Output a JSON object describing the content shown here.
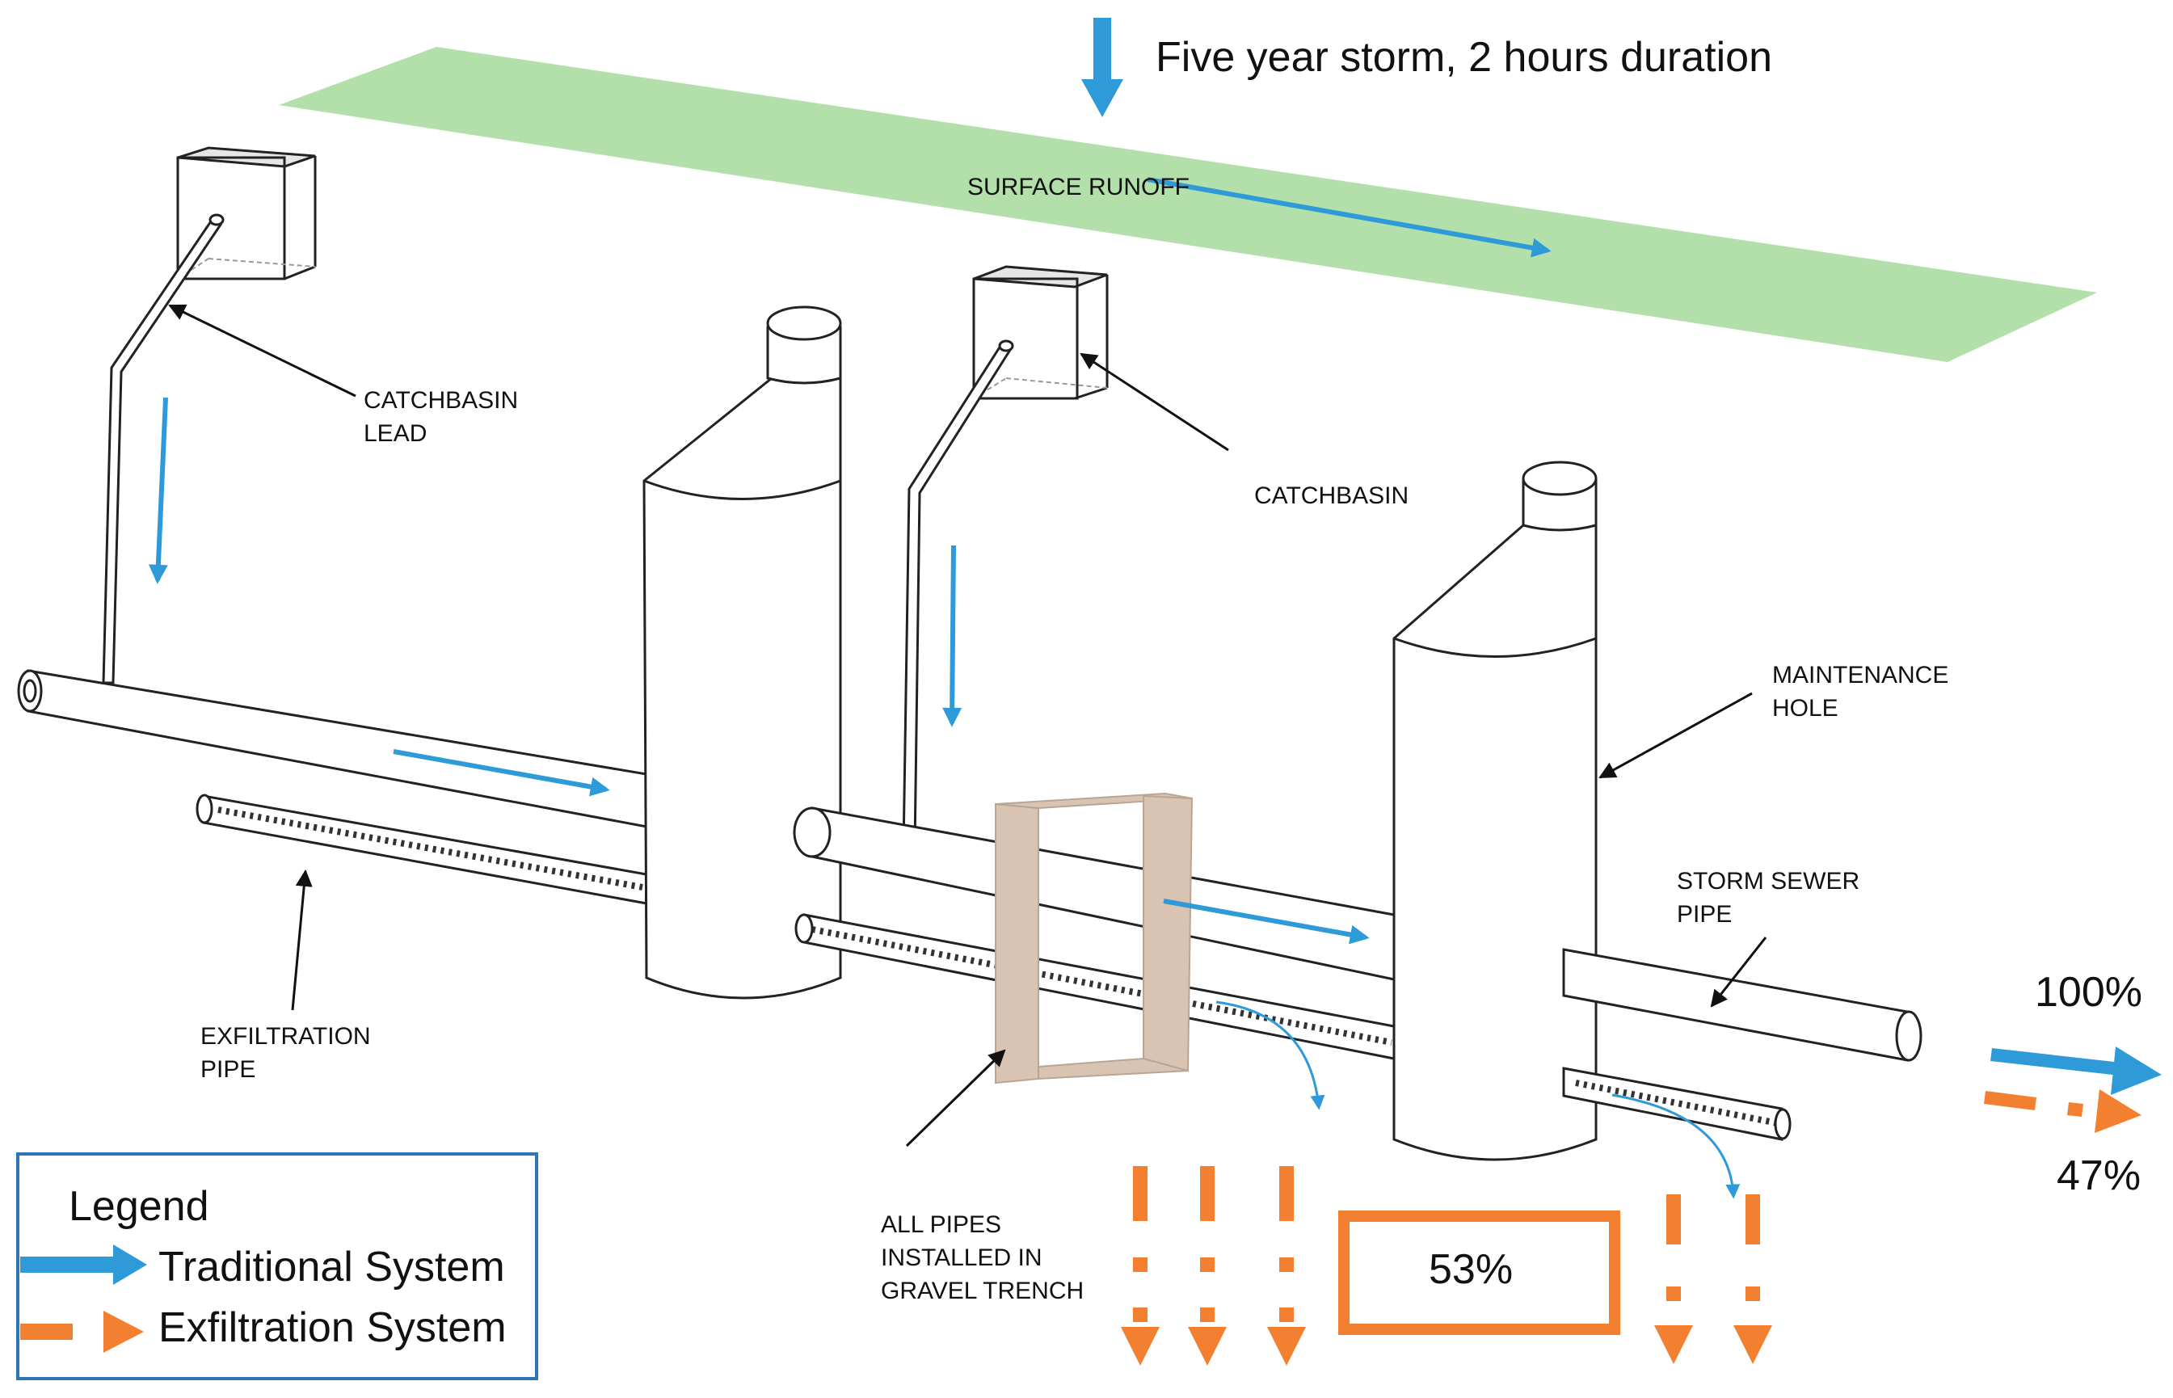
{
  "title": "Five year storm, 2 hours duration",
  "labels": {
    "surface_runoff": "SURFACE RUNOFF",
    "catchbasin_lead": [
      "CATCHBASIN",
      "LEAD"
    ],
    "catchbasin": "CATCHBASIN",
    "maintenance_hole": [
      "MAINTENANCE",
      "HOLE"
    ],
    "storm_sewer_pipe": [
      "STORM SEWER",
      "PIPE"
    ],
    "exfiltration_pipe": [
      "EXFILTRATION",
      "PIPE"
    ],
    "gravel_trench": [
      "ALL PIPES",
      "INSTALLED IN",
      "GRAVEL TRENCH"
    ]
  },
  "percentages": {
    "traditional_outflow": "100%",
    "exfiltration_outflow": "47%",
    "infiltration": "53%"
  },
  "legend": {
    "title": "Legend",
    "traditional": "Traditional System",
    "exfiltration": "Exfiltration System"
  },
  "colors": {
    "traditional_arrow": "#2E9AD8",
    "exfiltration_arrow": "#F28030",
    "surface": "#B3DFAA",
    "trench_frame": "#D9C4B4",
    "legend_border": "#2E75B6"
  }
}
